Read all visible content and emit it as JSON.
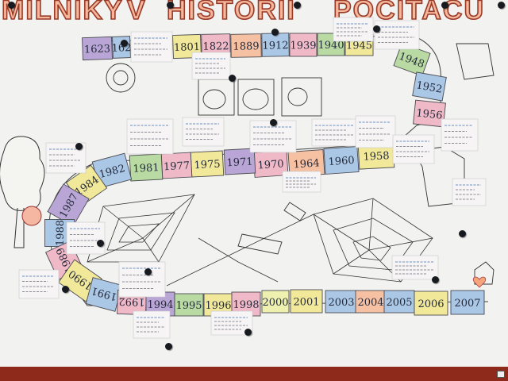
{
  "title": {
    "part1": "MILNIKY",
    "part2": "V",
    "part3": "HISTORII",
    "part4": "POČÍTAČŮ"
  },
  "palette": {
    "purple": "#b9a6d6",
    "pink": "#f0b9c7",
    "yellow": "#f1e89a",
    "green": "#b9dba3",
    "blue": "#aac7e6",
    "peach": "#f6c1a3",
    "cream": "#eef0b0",
    "note": "#f6f4f4"
  },
  "tiles": [
    {
      "label": "1623",
      "color": "purple"
    },
    {
      "label": "162",
      "color": "blue"
    },
    {
      "label": "1801",
      "color": "yellow"
    },
    {
      "label": "1822",
      "color": "pink"
    },
    {
      "label": "1889",
      "color": "peach"
    },
    {
      "label": "1912",
      "color": "blue"
    },
    {
      "label": "1939",
      "color": "pink"
    },
    {
      "label": "1940",
      "color": "green"
    },
    {
      "label": "1945",
      "color": "yellow"
    },
    {
      "label": "1948",
      "color": "green"
    },
    {
      "label": "1952",
      "color": "blue"
    },
    {
      "label": "1956",
      "color": "pink"
    },
    {
      "label": "1958",
      "color": "yellow"
    },
    {
      "label": "1960",
      "color": "blue"
    },
    {
      "label": "1964",
      "color": "peach"
    },
    {
      "label": "1970",
      "color": "pink"
    },
    {
      "label": "1971",
      "color": "purple"
    },
    {
      "label": "1975",
      "color": "yellow"
    },
    {
      "label": "1977",
      "color": "pink"
    },
    {
      "label": "1981",
      "color": "green"
    },
    {
      "label": "1982",
      "color": "blue"
    },
    {
      "label": "1984",
      "color": "yellow"
    },
    {
      "label": "1987",
      "color": "purple"
    },
    {
      "label": "1988",
      "color": "blue"
    },
    {
      "label": "1989",
      "color": "pink"
    },
    {
      "label": "1990",
      "color": "yellow"
    },
    {
      "label": "1991",
      "color": "blue"
    },
    {
      "label": "1992",
      "color": "pink"
    },
    {
      "label": "1994",
      "color": "purple"
    },
    {
      "label": "1995",
      "color": "green"
    },
    {
      "label": "1996",
      "color": "yellow"
    },
    {
      "label": "1998",
      "color": "pink"
    },
    {
      "label": "2000",
      "color": "cream"
    },
    {
      "label": "2001",
      "color": "yellow"
    },
    {
      "label": "2003",
      "color": "blue"
    },
    {
      "label": "2004",
      "color": "peach"
    },
    {
      "label": "2005",
      "color": "blue"
    },
    {
      "label": "2006",
      "color": "yellow"
    },
    {
      "label": "2007",
      "color": "blue"
    }
  ],
  "notes": [
    {
      "w": "wide"
    },
    {
      "w": "wide"
    },
    {
      "w": "mid"
    },
    {
      "w": "wide"
    },
    {
      "w": "mid"
    },
    {
      "w": "wide"
    },
    {
      "w": "mid"
    },
    {
      "w": "wide"
    },
    {
      "w": "mid"
    },
    {
      "w": "wide"
    },
    {
      "w": "mid"
    },
    {
      "w": "wide"
    },
    {
      "w": "mid"
    },
    {
      "w": "wide"
    },
    {
      "w": "mid"
    },
    {
      "w": "wide"
    },
    {
      "w": "mid"
    },
    {
      "w": "wide"
    },
    {
      "w": "mid"
    },
    {
      "w": "wide"
    }
  ]
}
